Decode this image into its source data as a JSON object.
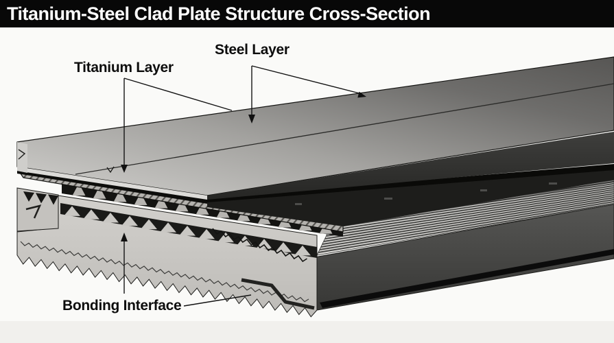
{
  "title_bar": {
    "title": "Titanium-Steel Clad Plate Structure Cross-Section",
    "background": "#080808",
    "text_color": "#fdfdfd"
  },
  "diagram": {
    "labels": [
      {
        "id": "steel-layer",
        "text": "Steel Layer"
      },
      {
        "id": "titanium-layer",
        "text": "Titanium Layer"
      },
      {
        "id": "bonding-interface",
        "text": "Bonding Interface"
      }
    ],
    "colors": {
      "background": "#fafaf8",
      "label_text": "#0d0d0d",
      "leader_line": "#121212",
      "steel_surface_light": "#d2d1ce",
      "steel_surface_dark": "#575654",
      "steel_front_face": "#dcdbd8",
      "steel_side_shadow": "#2c2c2a",
      "titanium_strip": "#b4b2ae",
      "interface_teeth": "#141414",
      "plate_face_light": "#c9c7c3",
      "plate_face_dark": "#3a3a38",
      "rib_surface": "#dddcd9"
    }
  }
}
